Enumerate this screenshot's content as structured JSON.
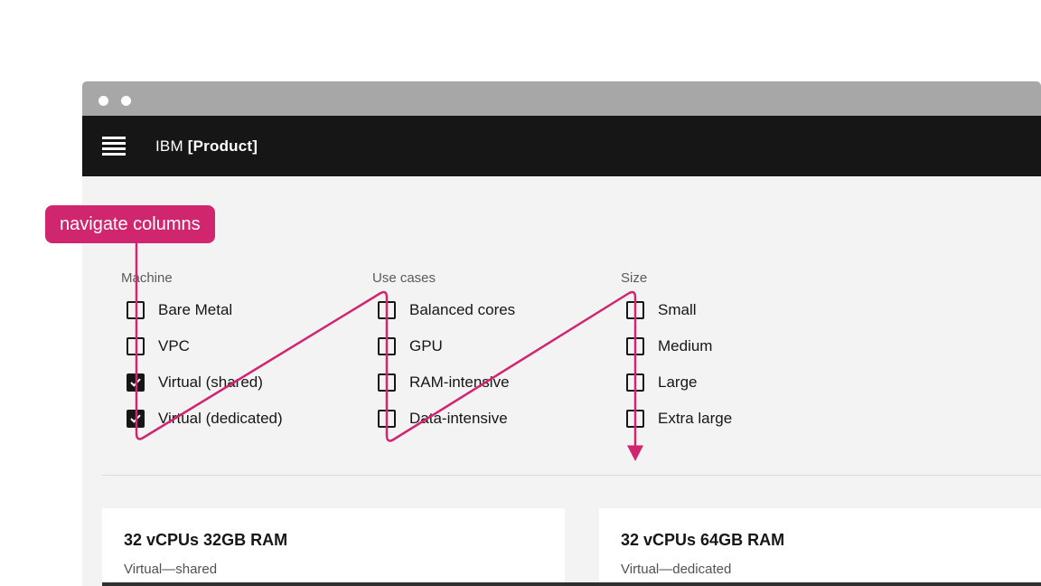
{
  "window": {
    "titlebar": {
      "dot_count": 2
    },
    "header": {
      "brand_prefix": "IBM",
      "brand_product": "[Product]"
    }
  },
  "annotation": {
    "label": "navigate columns",
    "accent_color": "#d02670"
  },
  "filter_columns": [
    {
      "title": "Machine",
      "options": [
        {
          "label": "Bare Metal",
          "checked": false
        },
        {
          "label": "VPC",
          "checked": false
        },
        {
          "label": "Virtual (shared)",
          "checked": true
        },
        {
          "label": "Virtual (dedicated)",
          "checked": true
        }
      ]
    },
    {
      "title": "Use cases",
      "options": [
        {
          "label": "Balanced cores",
          "checked": false
        },
        {
          "label": "GPU",
          "checked": false
        },
        {
          "label": "RAM-intensive",
          "checked": false
        },
        {
          "label": "Data-intensive",
          "checked": false
        }
      ]
    },
    {
      "title": "Size",
      "options": [
        {
          "label": "Small",
          "checked": false
        },
        {
          "label": "Medium",
          "checked": false
        },
        {
          "label": "Large",
          "checked": false
        },
        {
          "label": "Extra large",
          "checked": false
        }
      ]
    }
  ],
  "result_cards": [
    {
      "title": "32 vCPUs 32GB RAM",
      "subtitle": "Virtual—shared"
    },
    {
      "title": "32 vCPUs 64GB RAM",
      "subtitle": "Virtual—dedicated"
    }
  ],
  "icons": {
    "check_glyph": "✓",
    "window_dot_glyph": "●",
    "menu_glyph": "≡"
  },
  "colors": {
    "accent": "#d02670",
    "header_bg": "#161616",
    "titlebar_bg": "#a7a7a7",
    "content_bg": "#f3f3f3"
  }
}
